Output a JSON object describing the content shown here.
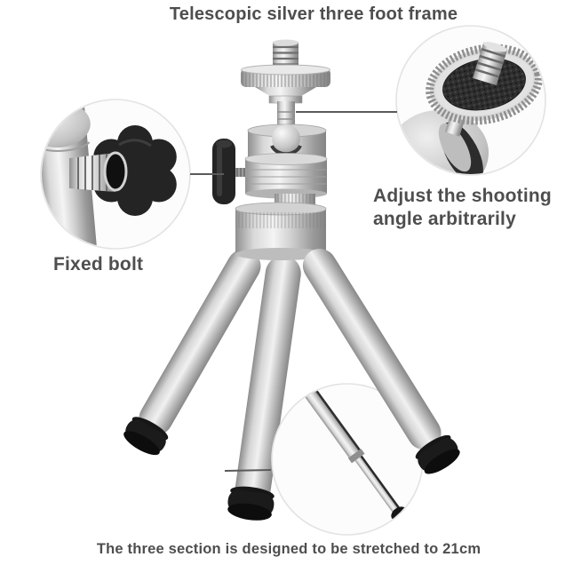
{
  "annotations": {
    "title": "Telescopic silver three foot frame",
    "head_note_line1": "Adjust the shooting",
    "head_note_line2": "angle arbitrarily",
    "bolt_note": "Fixed bolt",
    "bottom_note": "The three section is designed to be stretched to 21cm"
  },
  "insets": {
    "top_right": "ball-head-screw-closeup",
    "left": "fixed-bolt-closeup",
    "bottom": "telescopic-leg-section-closeup"
  },
  "colors": {
    "background": "#ffffff",
    "text": "#4e4e4e",
    "callout_line": "#5a5a5a",
    "inset_bg": "#fcfcfc",
    "inset_border": "#e3e3e3",
    "rubber_black": "#161616",
    "knob_black": "#242424"
  }
}
